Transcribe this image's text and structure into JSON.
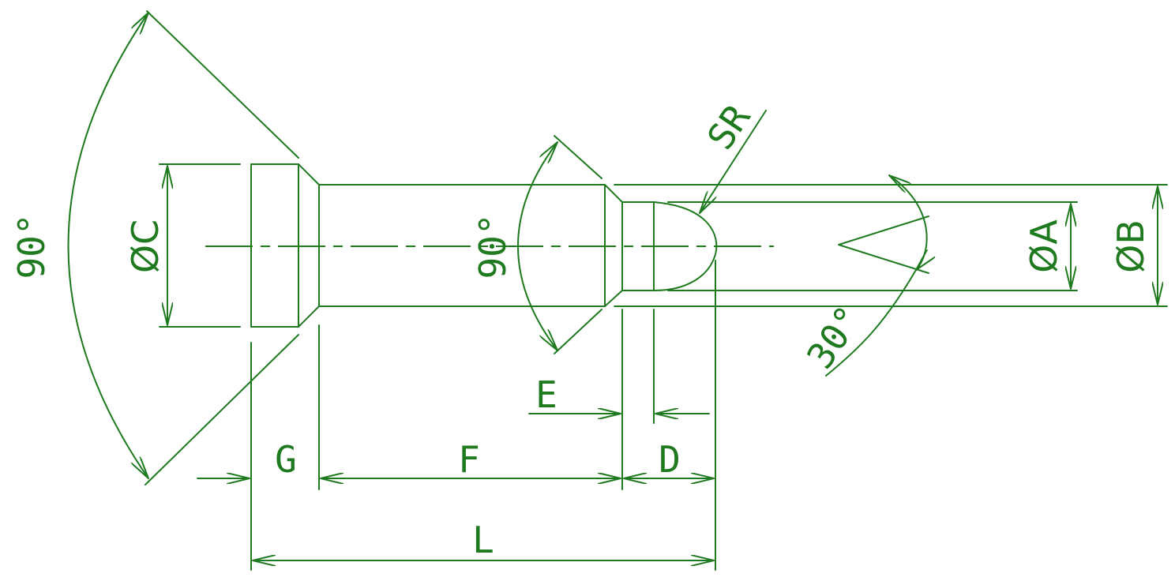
{
  "colors": {
    "ink": "#1f7a1f",
    "background": "#ffffff"
  },
  "labels": {
    "head_angle": "90°",
    "shoulder_angle": "90°",
    "tip_angle": "30°",
    "dia_A": "ØA",
    "dia_B": "ØB",
    "dia_C": "ØC",
    "radius": "SR",
    "len_E": "E",
    "len_G": "G",
    "len_F": "F",
    "len_D": "D",
    "len_L": "L"
  }
}
